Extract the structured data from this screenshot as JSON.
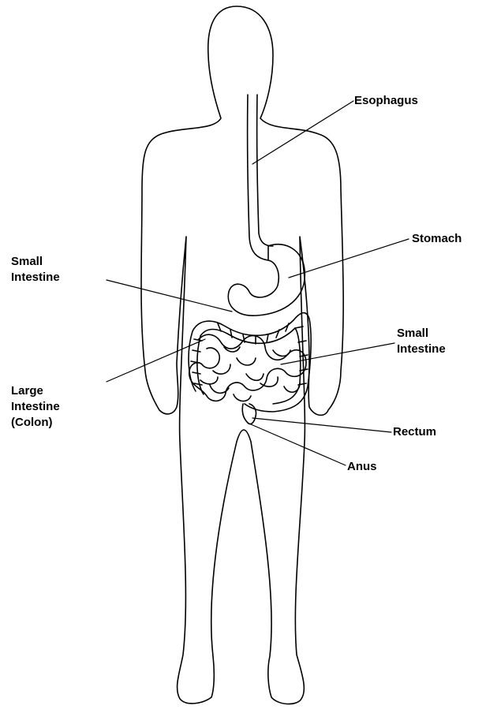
{
  "labels": {
    "esophagus": "Esophagus",
    "stomach": "Stomach",
    "small_intestine_left": [
      "Small",
      "Intestine"
    ],
    "small_intestine_right": [
      "Small",
      "Intestine"
    ],
    "large_intestine": [
      "Large",
      "Intestine",
      "(Colon)"
    ],
    "rectum": "Rectum",
    "anus": "Anus"
  }
}
